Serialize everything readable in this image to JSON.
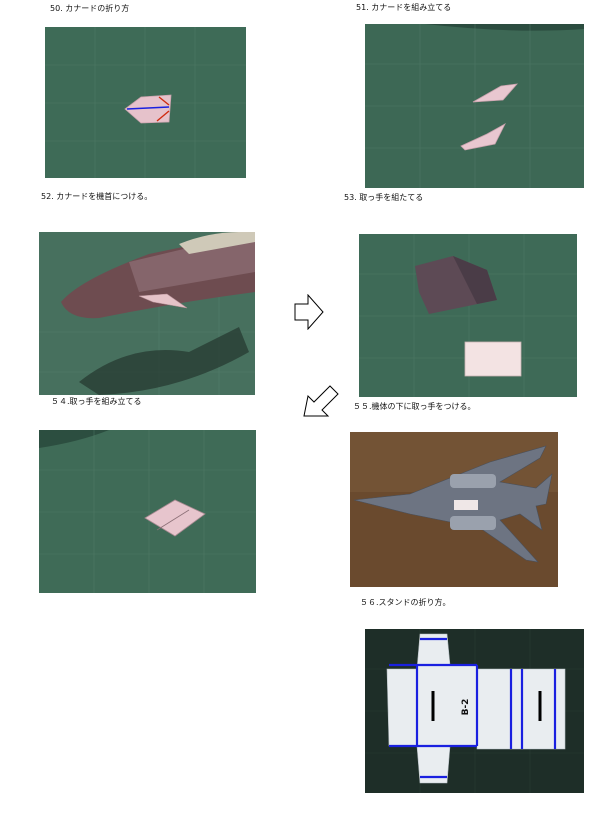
{
  "steps": [
    {
      "caption": "50. カナードの折り方"
    },
    {
      "caption": "51. カナードを組み立てる"
    },
    {
      "caption": "52. カナードを機首につける。"
    },
    {
      "caption": "53. 取っ手を組たてる"
    },
    {
      "caption": "５４.取っ手を組み立てる"
    },
    {
      "caption": "５５.機体の下に取っ手をつける。"
    },
    {
      "caption": "５６.スタンドの折り方。"
    }
  ],
  "stand": {
    "print_label": "B-2"
  },
  "icons": {
    "arrow_right": "arrow-right-icon",
    "arrow_down_left": "arrow-down-left-icon"
  },
  "colors": {
    "mat": "#3f6b58",
    "paper": "#e9c6cf",
    "fold_line": "#1a20e0",
    "photo_dark": "#1e2e28"
  }
}
